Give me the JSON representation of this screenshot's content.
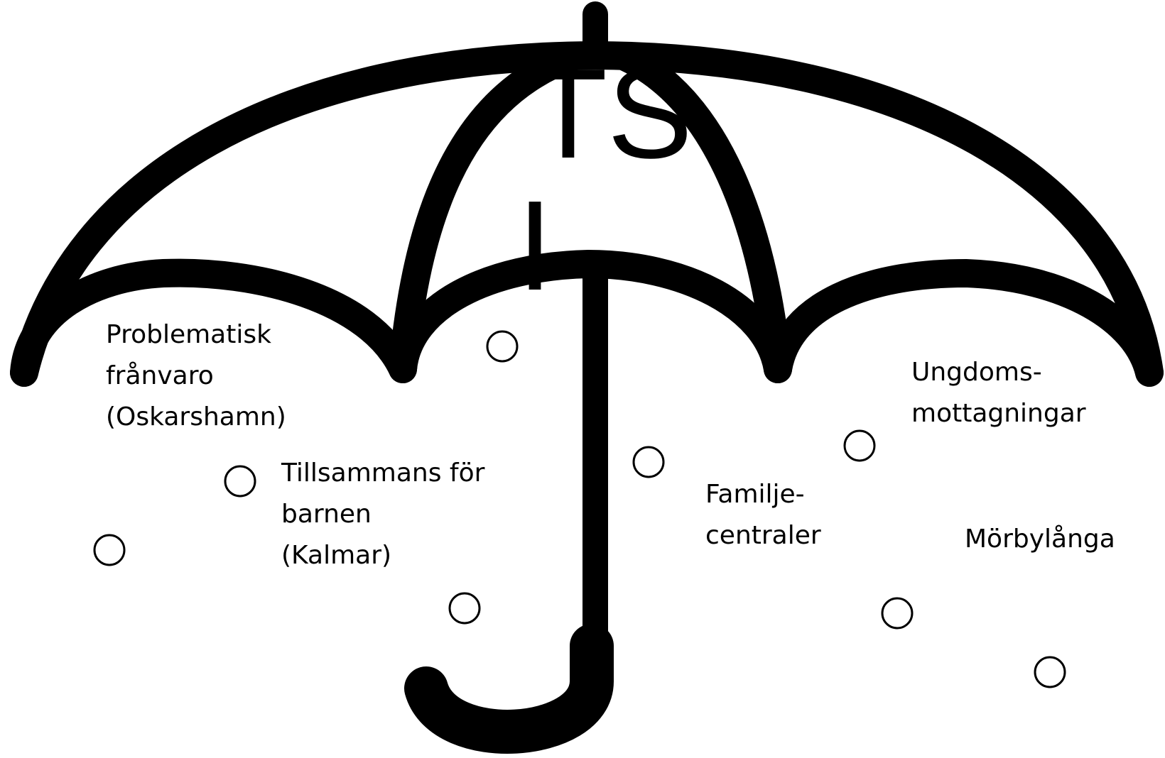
{
  "logo": {
    "letters_top": "TS",
    "letter_bottom": "I"
  },
  "labels": {
    "oskarshamn": [
      "Problematisk",
      "frånvaro",
      "(Oskarshamn)"
    ],
    "kalmar": [
      "Tillsammans för",
      "barnen",
      "(Kalmar)"
    ],
    "familjecentraler": [
      "Familje-",
      "centraler"
    ],
    "ungdomsmottagningar": [
      "Ungdoms-",
      "mottagningar"
    ],
    "morbylanga": [
      "Mörbylånga"
    ]
  },
  "colors": {
    "ink": "#000000",
    "background": "#ffffff"
  }
}
